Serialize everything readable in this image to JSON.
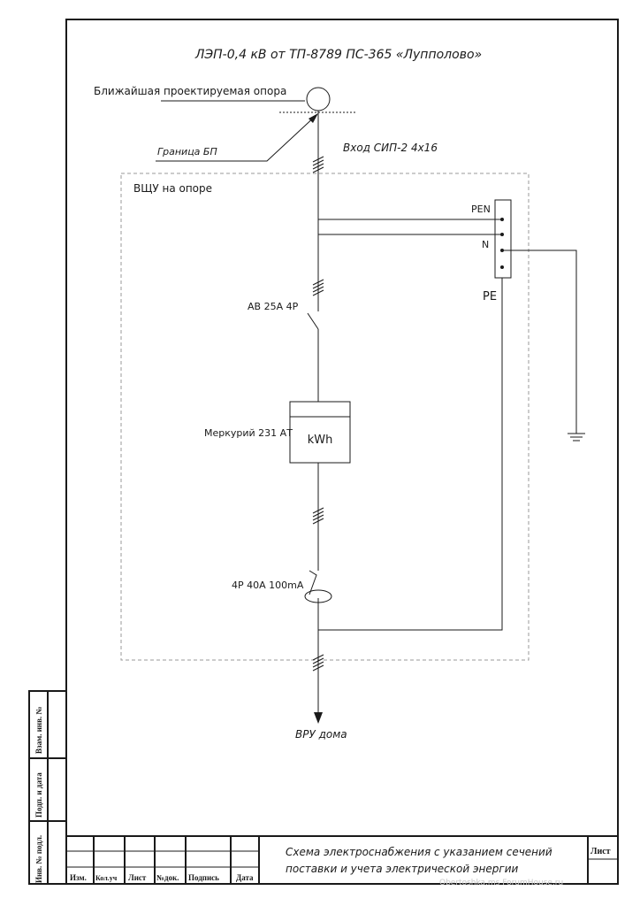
{
  "title": "ЛЭП-0,4 кВ от ТП-8789 ПС-365 «Лупполово»",
  "support_label": "Ближайшая проектируемая опора",
  "boundary_label": "Граница БП",
  "input_label": "Вход СИП-2  4х16",
  "panel_label": "ВЩУ на опоре",
  "terminal_labels": {
    "pen": "PEN",
    "n": "N",
    "pe": "PE"
  },
  "breaker_label": "АВ 25А 4Р",
  "meter": {
    "label": "Меркурий 231 АТ",
    "unit": "kWh"
  },
  "rcd_label": "4Р 40А 100mA",
  "output_label": "ВРУ дома",
  "side_stamp": {
    "inv_podl": "Инв. № подл.",
    "podp_data": "Подп. и дата",
    "vzam_inv": "Взам. инв. №"
  },
  "title_block": {
    "headers": [
      "Изм.",
      "Кол.уч",
      "Лист",
      "№док.",
      "Подпись",
      "Дата"
    ],
    "description_line1": "Схема электроснабжения с указанием сечений",
    "description_line2": "поставки и учета электрической энергии",
    "sheet_label": "Лист"
  },
  "watermark": "Obertoshka.ms ForumHouse.ru"
}
